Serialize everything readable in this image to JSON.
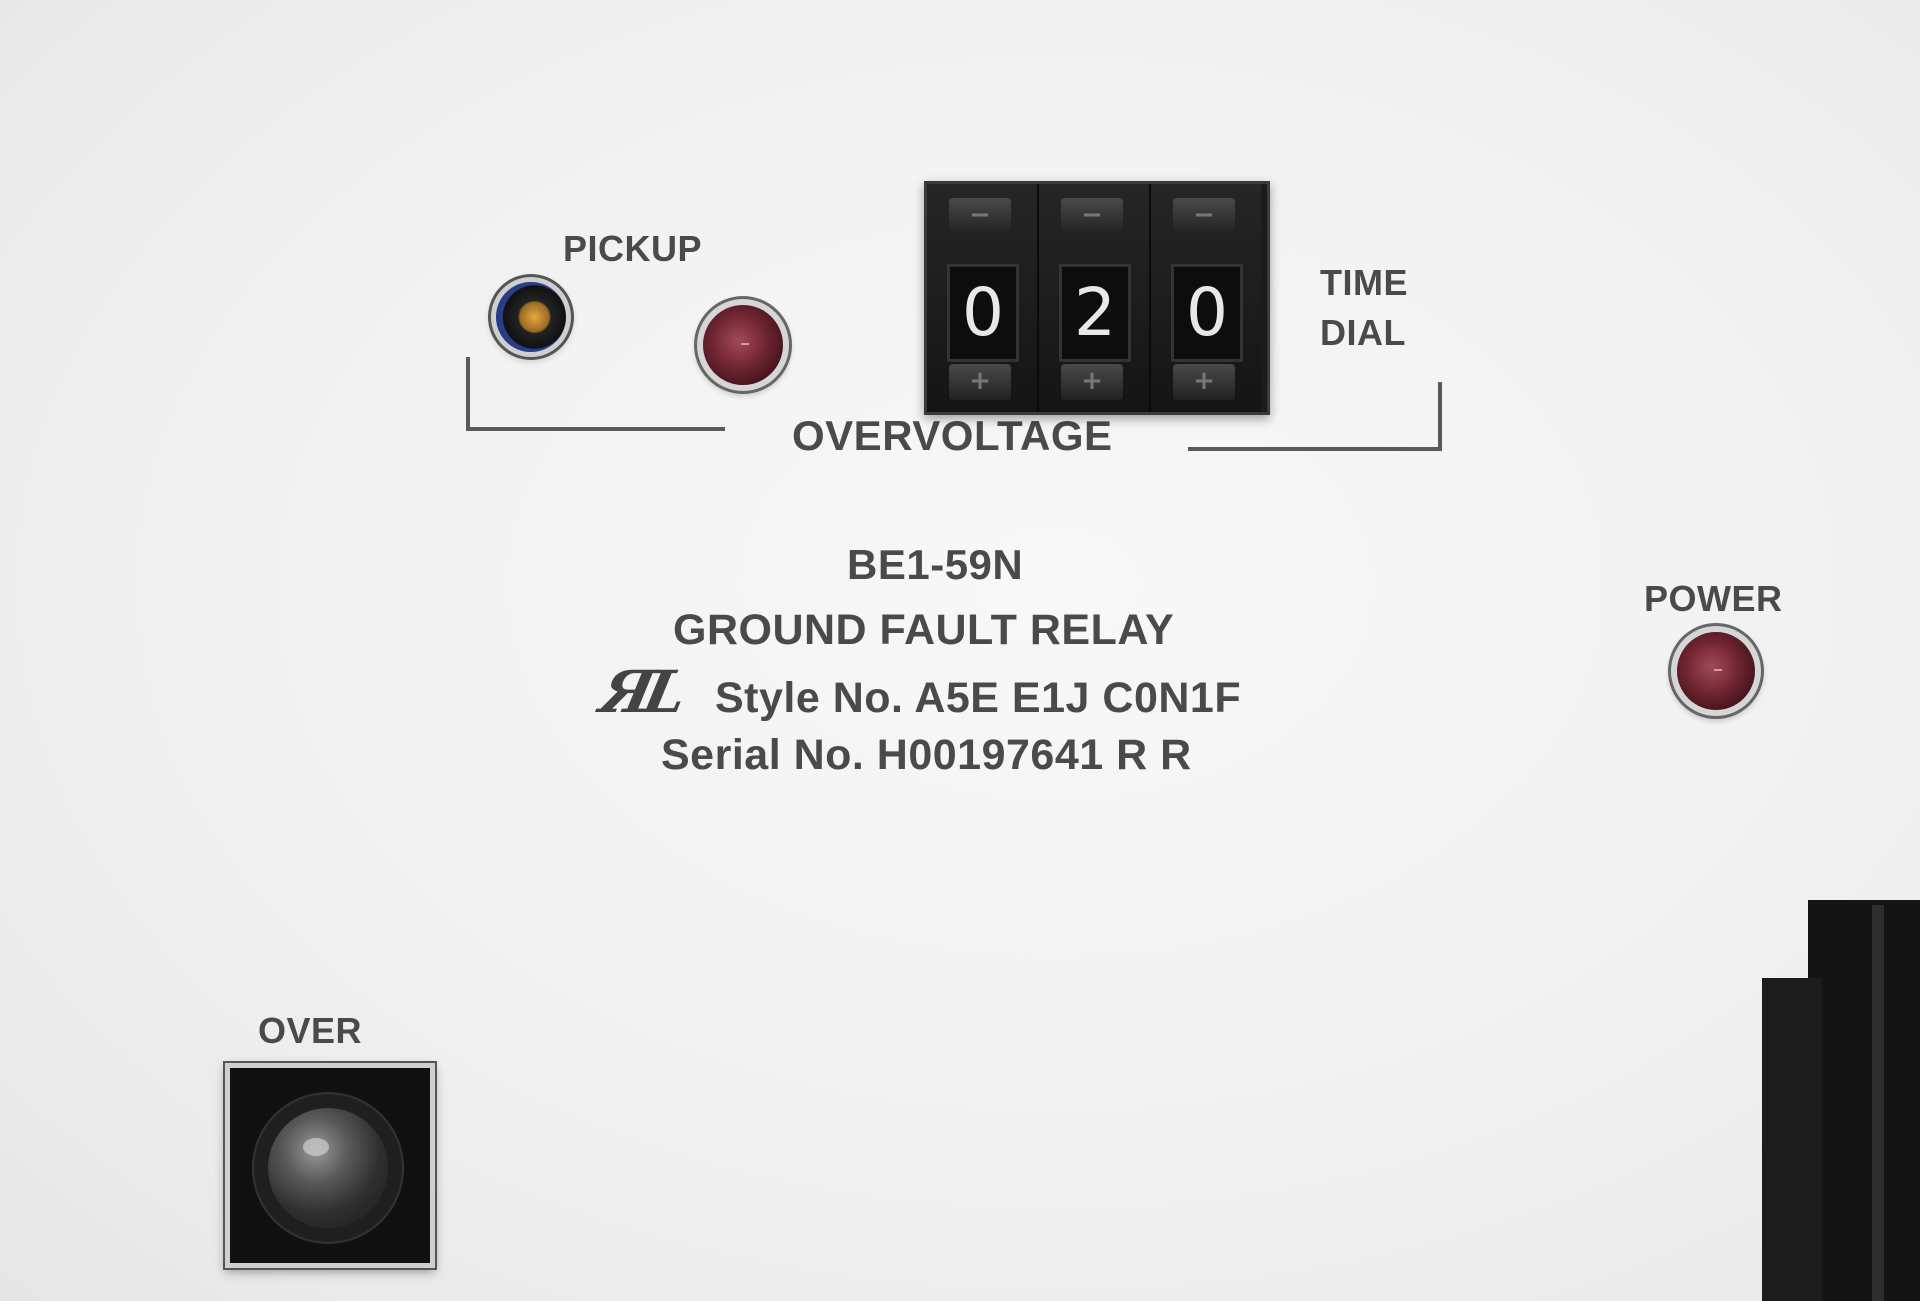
{
  "panel": {
    "pickup_label": "PICKUP",
    "time_dial_label_1": "TIME",
    "time_dial_label_2": "DIAL",
    "overvoltage_label": "OVERVOLTAGE",
    "time_dial_digits": [
      "0",
      "2",
      "0"
    ],
    "minus_symbol": "−",
    "plus_symbol": "+",
    "model": "BE1-59N",
    "description": "GROUND FAULT RELAY",
    "style_no": "Style No. A5E E1J C0N1F",
    "serial_no": "Serial No. H00197641 R R",
    "power_label": "POWER",
    "over_label": "OVER"
  },
  "icons": {
    "ul_mark": "ul-listing-mark",
    "pickup_adjust": "potentiometer-icon",
    "led": "led-indicator-icon"
  }
}
